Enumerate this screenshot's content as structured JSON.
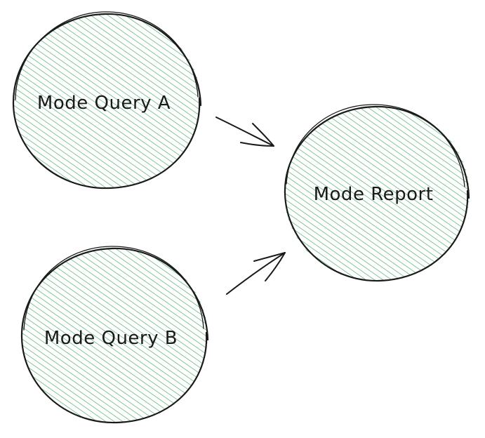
{
  "diagram": {
    "nodes": [
      {
        "id": "query-a",
        "label": "Mode Query A"
      },
      {
        "id": "query-b",
        "label": "Mode Query B"
      },
      {
        "id": "report",
        "label": "Mode Report"
      }
    ],
    "edges": [
      {
        "from": "query-a",
        "to": "report"
      },
      {
        "from": "query-b",
        "to": "report"
      }
    ]
  },
  "colors": {
    "fill_hatch": "#4caf6e",
    "stroke": "#1a1a1a",
    "background": "#ffffff"
  }
}
